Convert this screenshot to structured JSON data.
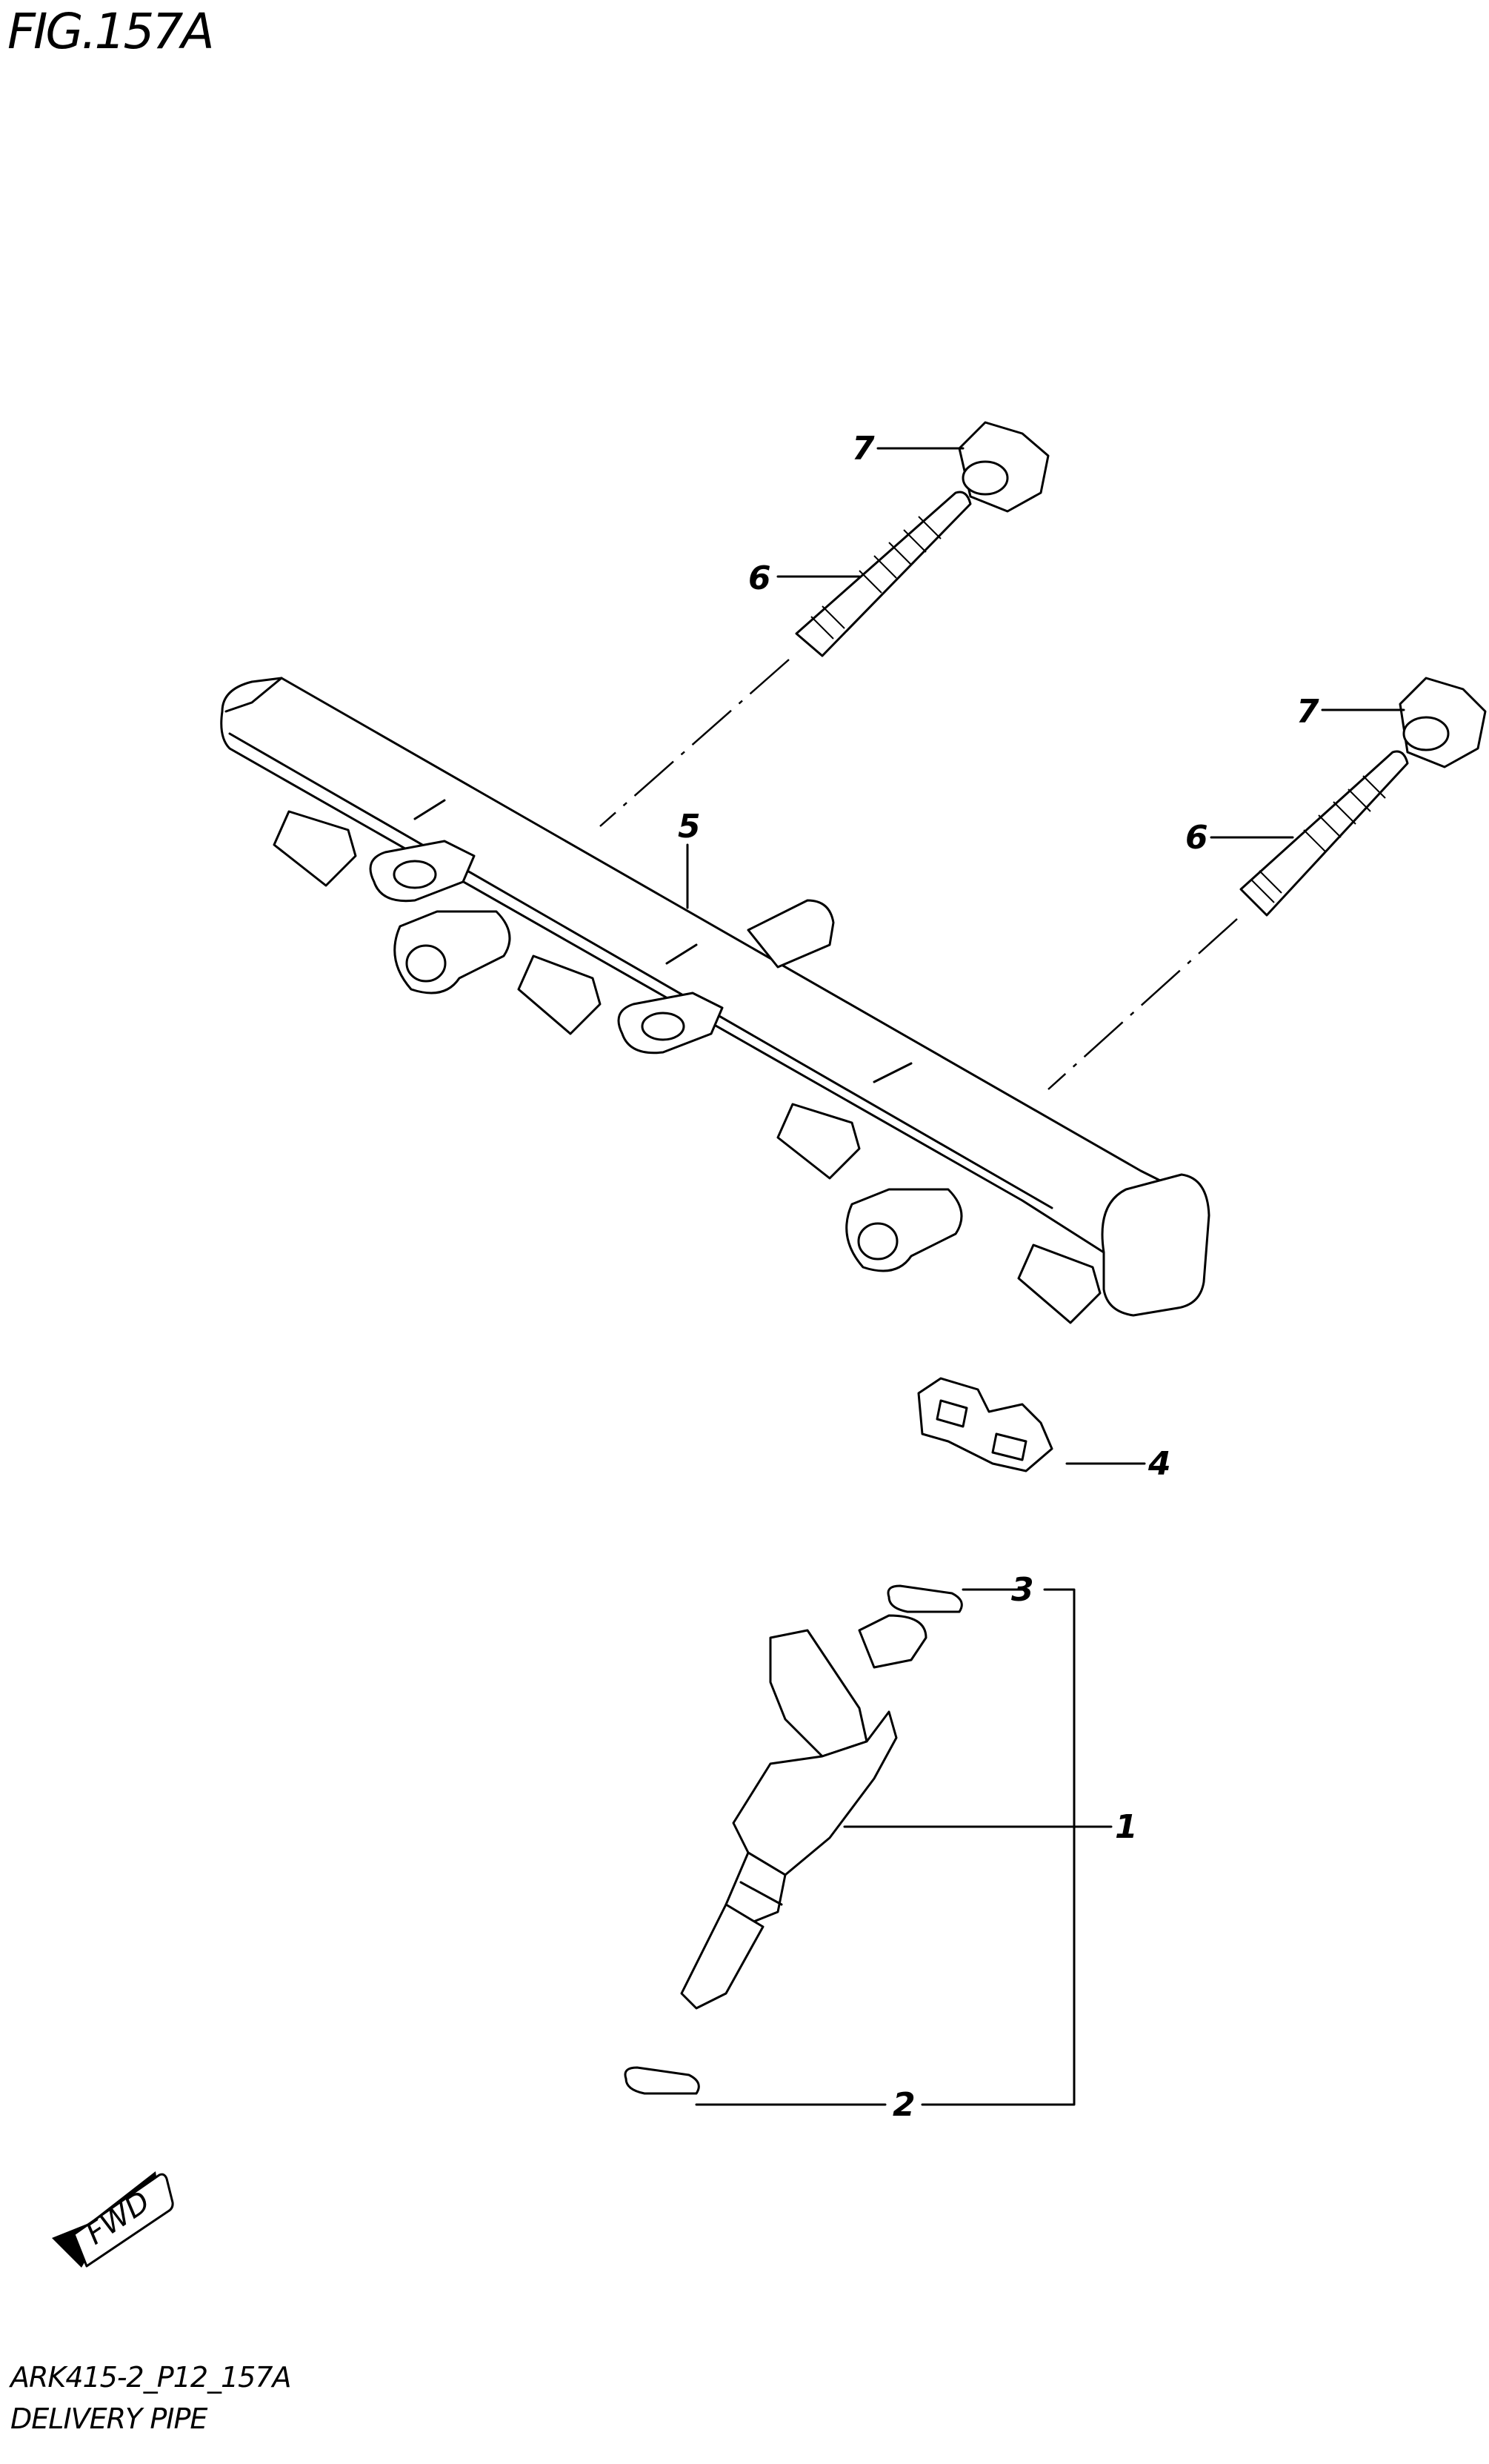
{
  "figure": {
    "title": "FIG.157A",
    "code": "ARK415-2_P12_157A",
    "name": "DELIVERY PIPE"
  },
  "callouts": {
    "c1": "1",
    "c2": "2",
    "c3": "3",
    "c4": "4",
    "c5": "5",
    "c6a": "6",
    "c6b": "6",
    "c7a": "7",
    "c7b": "7"
  },
  "fwd_badge": "FWD",
  "colors": {
    "line": "#000000",
    "background": "#ffffff"
  }
}
